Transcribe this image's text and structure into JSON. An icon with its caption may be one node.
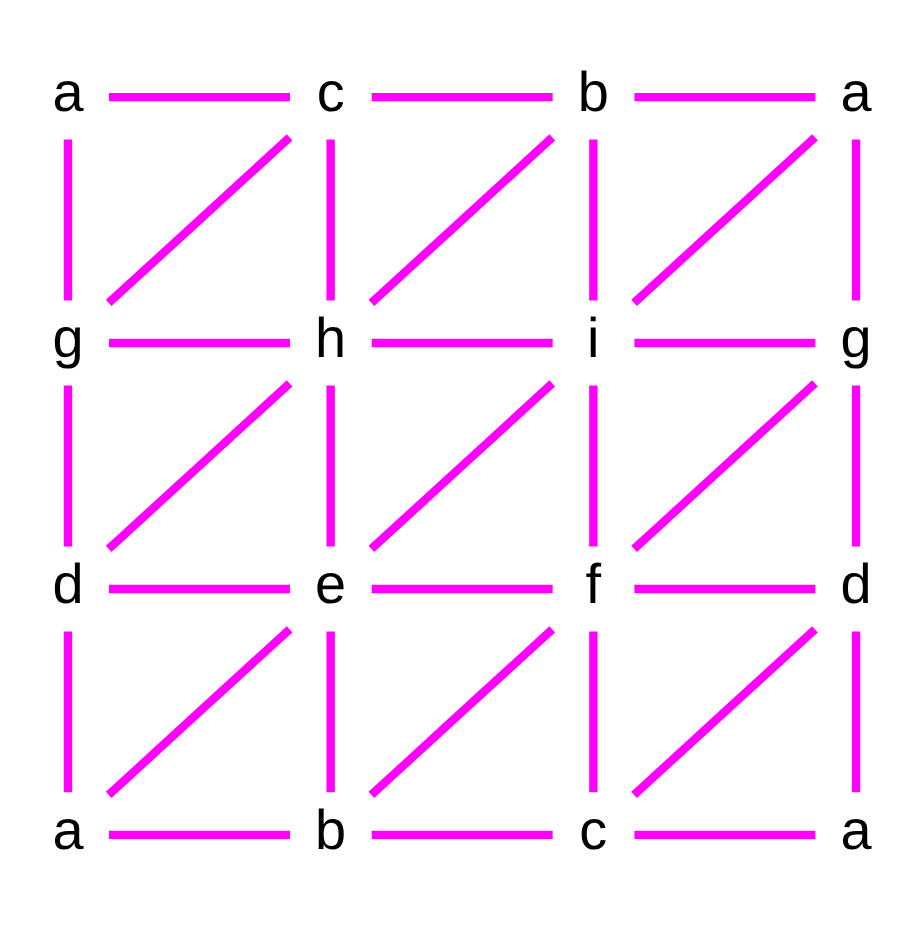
{
  "diagram": {
    "nodes": [
      {
        "text": [
          "a"
        ]
      },
      {
        "text": [
          "c"
        ]
      },
      {
        "text": [
          "b"
        ]
      },
      {
        "text": [
          "a"
        ]
      },
      {
        "text": [
          "g"
        ]
      },
      {
        "text": [
          "h"
        ]
      },
      {
        "text": [
          "i"
        ]
      },
      {
        "text": [
          "g"
        ]
      },
      {
        "text": [
          "d"
        ]
      },
      {
        "text": [
          "e"
        ]
      },
      {
        "text": [
          "f"
        ]
      },
      {
        "text": [
          "d"
        ]
      },
      {
        "text": [
          "a"
        ]
      },
      {
        "text": [
          "b"
        ]
      },
      {
        "text": [
          "c"
        ]
      },
      {
        "text": [
          "a"
        ]
      }
    ],
    "edges": [
      {
        "from": 0,
        "to": 1,
        "arrow": "none"
      },
      {
        "from": 1,
        "to": 2,
        "arrow": "none"
      },
      {
        "from": 2,
        "to": 3,
        "arrow": "none"
      },
      {
        "from": 4,
        "to": 5,
        "arrow": "none"
      },
      {
        "from": 5,
        "to": 6,
        "arrow": "none"
      },
      {
        "from": 6,
        "to": 7,
        "arrow": "none"
      },
      {
        "from": 8,
        "to": 9,
        "arrow": "none"
      },
      {
        "from": 9,
        "to": 10,
        "arrow": "none"
      },
      {
        "from": 10,
        "to": 11,
        "arrow": "none"
      },
      {
        "from": 12,
        "to": 13,
        "arrow": "none"
      },
      {
        "from": 13,
        "to": 14,
        "arrow": "none"
      },
      {
        "from": 14,
        "to": 15,
        "arrow": "none"
      },
      {
        "from": 0,
        "to": 4,
        "arrow": "none"
      },
      {
        "from": 4,
        "to": 8,
        "arrow": "none"
      },
      {
        "from": 8,
        "to": 12,
        "arrow": "none"
      },
      {
        "from": 1,
        "to": 5,
        "arrow": "none"
      },
      {
        "from": 5,
        "to": 9,
        "arrow": "none"
      },
      {
        "from": 9,
        "to": 13,
        "arrow": "none"
      },
      {
        "from": 2,
        "to": 6,
        "arrow": "none"
      },
      {
        "from": 6,
        "to": 10,
        "arrow": "none"
      },
      {
        "from": 10,
        "to": 14,
        "arrow": "none"
      },
      {
        "from": 3,
        "to": 7,
        "arrow": "none"
      },
      {
        "from": 7,
        "to": 11,
        "arrow": "none"
      },
      {
        "from": 11,
        "to": 15,
        "arrow": "none"
      },
      {
        "from": 4,
        "to": 1,
        "arrow": "none"
      },
      {
        "from": 5,
        "to": 2,
        "arrow": "none"
      },
      {
        "from": 6,
        "to": 3,
        "arrow": "none"
      },
      {
        "from": 8,
        "to": 5,
        "arrow": "none"
      },
      {
        "from": 9,
        "to": 6,
        "arrow": "none"
      },
      {
        "from": 10,
        "to": 7,
        "arrow": "none"
      },
      {
        "from": 12,
        "to": 9,
        "arrow": "none"
      },
      {
        "from": 13,
        "to": 10,
        "arrow": "none"
      },
      {
        "from": 14,
        "to": 11,
        "arrow": "none"
      }
    ]
  }
}
